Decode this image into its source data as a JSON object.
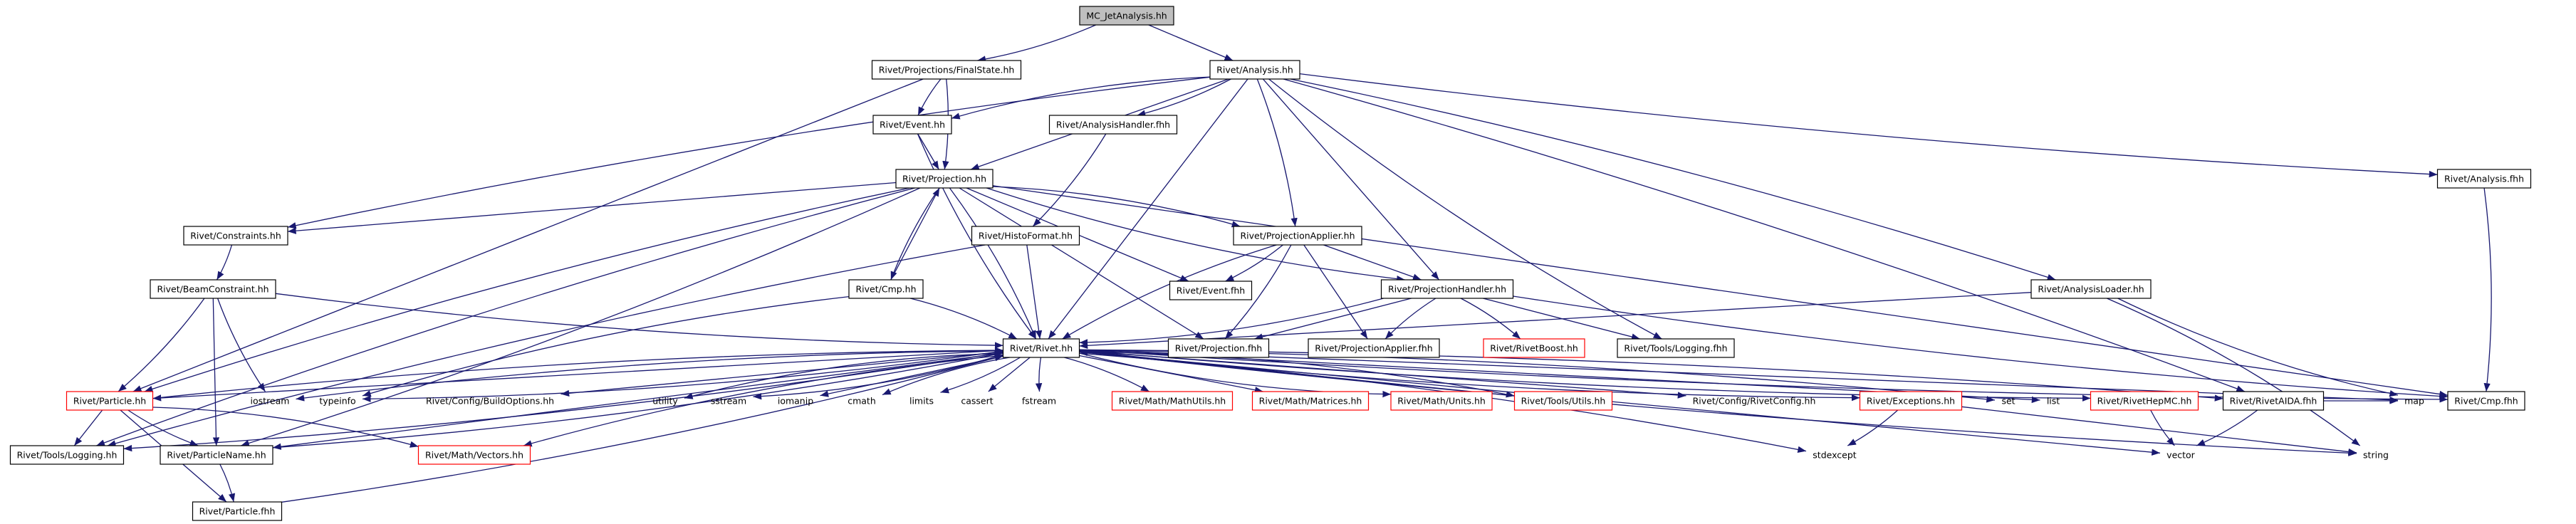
{
  "colors": {
    "edge": "#191970",
    "node_border": "#000000",
    "missing_border": "#ff0000",
    "text": "#000000",
    "root_fill": "#bfbfbf",
    "node_fill": "#ffffff"
  },
  "nodes": [
    {
      "id": "root",
      "label": "MC_JetAnalysis.hh",
      "style": "root"
    },
    {
      "id": "fs",
      "label": "Rivet/Projections/FinalState.hh",
      "style": "normal"
    },
    {
      "id": "ana",
      "label": "Rivet/Analysis.hh",
      "style": "normal"
    },
    {
      "id": "event",
      "label": "Rivet/Event.hh",
      "style": "normal"
    },
    {
      "id": "ahf",
      "label": "Rivet/AnalysisHandler.fhh",
      "style": "normal"
    },
    {
      "id": "proj",
      "label": "Rivet/Projection.hh",
      "style": "normal"
    },
    {
      "id": "cons",
      "label": "Rivet/Constraints.hh",
      "style": "normal"
    },
    {
      "id": "histo",
      "label": "Rivet/HistoFormat.hh",
      "style": "normal"
    },
    {
      "id": "papp",
      "label": "Rivet/ProjectionApplier.hh",
      "style": "normal"
    },
    {
      "id": "beam",
      "label": "Rivet/BeamConstraint.hh",
      "style": "normal"
    },
    {
      "id": "cmp",
      "label": "Rivet/Cmp.hh",
      "style": "normal"
    },
    {
      "id": "evfhh",
      "label": "Rivet/Event.fhh",
      "style": "normal"
    },
    {
      "id": "phand",
      "label": "Rivet/ProjectionHandler.hh",
      "style": "normal"
    },
    {
      "id": "anafhh",
      "label": "Rivet/Analysis.fhh",
      "style": "normal"
    },
    {
      "id": "aloader",
      "label": "Rivet/AnalysisLoader.hh",
      "style": "normal"
    },
    {
      "id": "rivet",
      "label": "Rivet/Rivet.hh",
      "style": "normal"
    },
    {
      "id": "projfhh",
      "label": "Rivet/Projection.fhh",
      "style": "normal"
    },
    {
      "id": "pappfhh",
      "label": "Rivet/ProjectionApplier.fhh",
      "style": "normal"
    },
    {
      "id": "boost",
      "label": "Rivet/RivetBoost.hh",
      "style": "missing"
    },
    {
      "id": "logfhh",
      "label": "Rivet/Tools/Logging.fhh",
      "style": "normal"
    },
    {
      "id": "particle",
      "label": "Rivet/Particle.hh",
      "style": "missing"
    },
    {
      "id": "iostream",
      "label": "iostream",
      "style": "system"
    },
    {
      "id": "typeinfo",
      "label": "typeinfo",
      "style": "system"
    },
    {
      "id": "buildopt",
      "label": "Rivet/Config/BuildOptions.hh",
      "style": "system"
    },
    {
      "id": "utility",
      "label": "utility",
      "style": "system"
    },
    {
      "id": "sstream",
      "label": "sstream",
      "style": "system"
    },
    {
      "id": "iomanip",
      "label": "iomanip",
      "style": "system"
    },
    {
      "id": "cmath",
      "label": "cmath",
      "style": "system"
    },
    {
      "id": "limits",
      "label": "limits",
      "style": "system"
    },
    {
      "id": "cassert",
      "label": "cassert",
      "style": "system"
    },
    {
      "id": "fstream",
      "label": "fstream",
      "style": "system"
    },
    {
      "id": "mathutils",
      "label": "Rivet/Math/MathUtils.hh",
      "style": "missing"
    },
    {
      "id": "matrices",
      "label": "Rivet/Math/Matrices.hh",
      "style": "missing"
    },
    {
      "id": "units",
      "label": "Rivet/Math/Units.hh",
      "style": "missing"
    },
    {
      "id": "utils",
      "label": "Rivet/Tools/Utils.hh",
      "style": "missing"
    },
    {
      "id": "rivetcfg",
      "label": "Rivet/Config/RivetConfig.hh",
      "style": "system"
    },
    {
      "id": "exc",
      "label": "Rivet/Exceptions.hh",
      "style": "missing"
    },
    {
      "id": "set",
      "label": "set",
      "style": "system"
    },
    {
      "id": "list",
      "label": "list",
      "style": "system"
    },
    {
      "id": "hepmc",
      "label": "Rivet/RivetHepMC.hh",
      "style": "missing"
    },
    {
      "id": "aida",
      "label": "Rivet/RivetAIDA.fhh",
      "style": "normal"
    },
    {
      "id": "map",
      "label": "map",
      "style": "system"
    },
    {
      "id": "cmpfhh",
      "label": "Rivet/Cmp.fhh",
      "style": "normal"
    },
    {
      "id": "loghh",
      "label": "Rivet/Tools/Logging.hh",
      "style": "normal"
    },
    {
      "id": "pname",
      "label": "Rivet/ParticleName.hh",
      "style": "normal"
    },
    {
      "id": "vectors",
      "label": "Rivet/Math/Vectors.hh",
      "style": "missing"
    },
    {
      "id": "stdexcept",
      "label": "stdexcept",
      "style": "system"
    },
    {
      "id": "vector",
      "label": "vector",
      "style": "system"
    },
    {
      "id": "string",
      "label": "string",
      "style": "system"
    },
    {
      "id": "pfhh",
      "label": "Rivet/Particle.fhh",
      "style": "normal"
    }
  ],
  "edges": [
    [
      "root",
      "fs"
    ],
    [
      "root",
      "ana"
    ],
    [
      "fs",
      "event"
    ],
    [
      "fs",
      "proj"
    ],
    [
      "fs",
      "particle"
    ],
    [
      "ana",
      "event"
    ],
    [
      "ana",
      "ahf"
    ],
    [
      "ana",
      "proj"
    ],
    [
      "ana",
      "cons"
    ],
    [
      "ana",
      "papp"
    ],
    [
      "ana",
      "phand"
    ],
    [
      "ana",
      "anafhh"
    ],
    [
      "ana",
      "aloader"
    ],
    [
      "ana",
      "rivet"
    ],
    [
      "ana",
      "logfhh"
    ],
    [
      "ana",
      "aida"
    ],
    [
      "event",
      "proj"
    ],
    [
      "event",
      "rivet"
    ],
    [
      "ahf",
      "histo"
    ],
    [
      "proj",
      "cons"
    ],
    [
      "proj",
      "cmp"
    ],
    [
      "proj",
      "papp"
    ],
    [
      "proj",
      "evfhh"
    ],
    [
      "proj",
      "phand"
    ],
    [
      "proj",
      "rivet"
    ],
    [
      "proj",
      "projfhh"
    ],
    [
      "proj",
      "loghh"
    ],
    [
      "proj",
      "pname"
    ],
    [
      "proj",
      "cmpfhh"
    ],
    [
      "proj",
      "particle"
    ],
    [
      "cons",
      "beam"
    ],
    [
      "histo",
      "rivet"
    ],
    [
      "histo",
      "loghh"
    ],
    [
      "papp",
      "evfhh"
    ],
    [
      "papp",
      "phand"
    ],
    [
      "papp",
      "rivet"
    ],
    [
      "papp",
      "projfhh"
    ],
    [
      "papp",
      "pappfhh"
    ],
    [
      "beam",
      "rivet"
    ],
    [
      "beam",
      "particle"
    ],
    [
      "beam",
      "pname"
    ],
    [
      "beam",
      "iostream"
    ],
    [
      "cmp",
      "rivet"
    ],
    [
      "cmp",
      "proj"
    ],
    [
      "cmp",
      "typeinfo"
    ],
    [
      "phand",
      "rivet"
    ],
    [
      "phand",
      "projfhh"
    ],
    [
      "phand",
      "pappfhh"
    ],
    [
      "phand",
      "boost"
    ],
    [
      "phand",
      "logfhh"
    ],
    [
      "phand",
      "cmpfhh"
    ],
    [
      "anafhh",
      "cmpfhh"
    ],
    [
      "aloader",
      "rivet"
    ],
    [
      "aloader",
      "map"
    ],
    [
      "aloader",
      "string"
    ],
    [
      "rivet",
      "particle"
    ],
    [
      "rivet",
      "iostream"
    ],
    [
      "rivet",
      "typeinfo"
    ],
    [
      "rivet",
      "buildopt"
    ],
    [
      "rivet",
      "utility"
    ],
    [
      "rivet",
      "sstream"
    ],
    [
      "rivet",
      "iomanip"
    ],
    [
      "rivet",
      "cmath"
    ],
    [
      "rivet",
      "limits"
    ],
    [
      "rivet",
      "cassert"
    ],
    [
      "rivet",
      "fstream"
    ],
    [
      "rivet",
      "mathutils"
    ],
    [
      "rivet",
      "matrices"
    ],
    [
      "rivet",
      "units"
    ],
    [
      "rivet",
      "utils"
    ],
    [
      "rivet",
      "rivetcfg"
    ],
    [
      "rivet",
      "exc"
    ],
    [
      "rivet",
      "set"
    ],
    [
      "rivet",
      "list"
    ],
    [
      "rivet",
      "hepmc"
    ],
    [
      "rivet",
      "aida"
    ],
    [
      "rivet",
      "map"
    ],
    [
      "rivet",
      "cmpfhh"
    ],
    [
      "rivet",
      "loghh"
    ],
    [
      "rivet",
      "pname"
    ],
    [
      "rivet",
      "vectors"
    ],
    [
      "rivet",
      "stdexcept"
    ],
    [
      "rivet",
      "vector"
    ],
    [
      "rivet",
      "string"
    ],
    [
      "particle",
      "rivet"
    ],
    [
      "particle",
      "loghh"
    ],
    [
      "particle",
      "pname"
    ],
    [
      "particle",
      "vectors"
    ],
    [
      "particle",
      "pfhh"
    ],
    [
      "pname",
      "rivet"
    ],
    [
      "pname",
      "pfhh"
    ],
    [
      "utils",
      "rivet"
    ],
    [
      "pfhh",
      "rivet"
    ],
    [
      "exc",
      "stdexcept"
    ],
    [
      "exc",
      "string"
    ],
    [
      "hepmc",
      "vector"
    ],
    [
      "aida",
      "vector"
    ],
    [
      "aida",
      "map"
    ]
  ]
}
